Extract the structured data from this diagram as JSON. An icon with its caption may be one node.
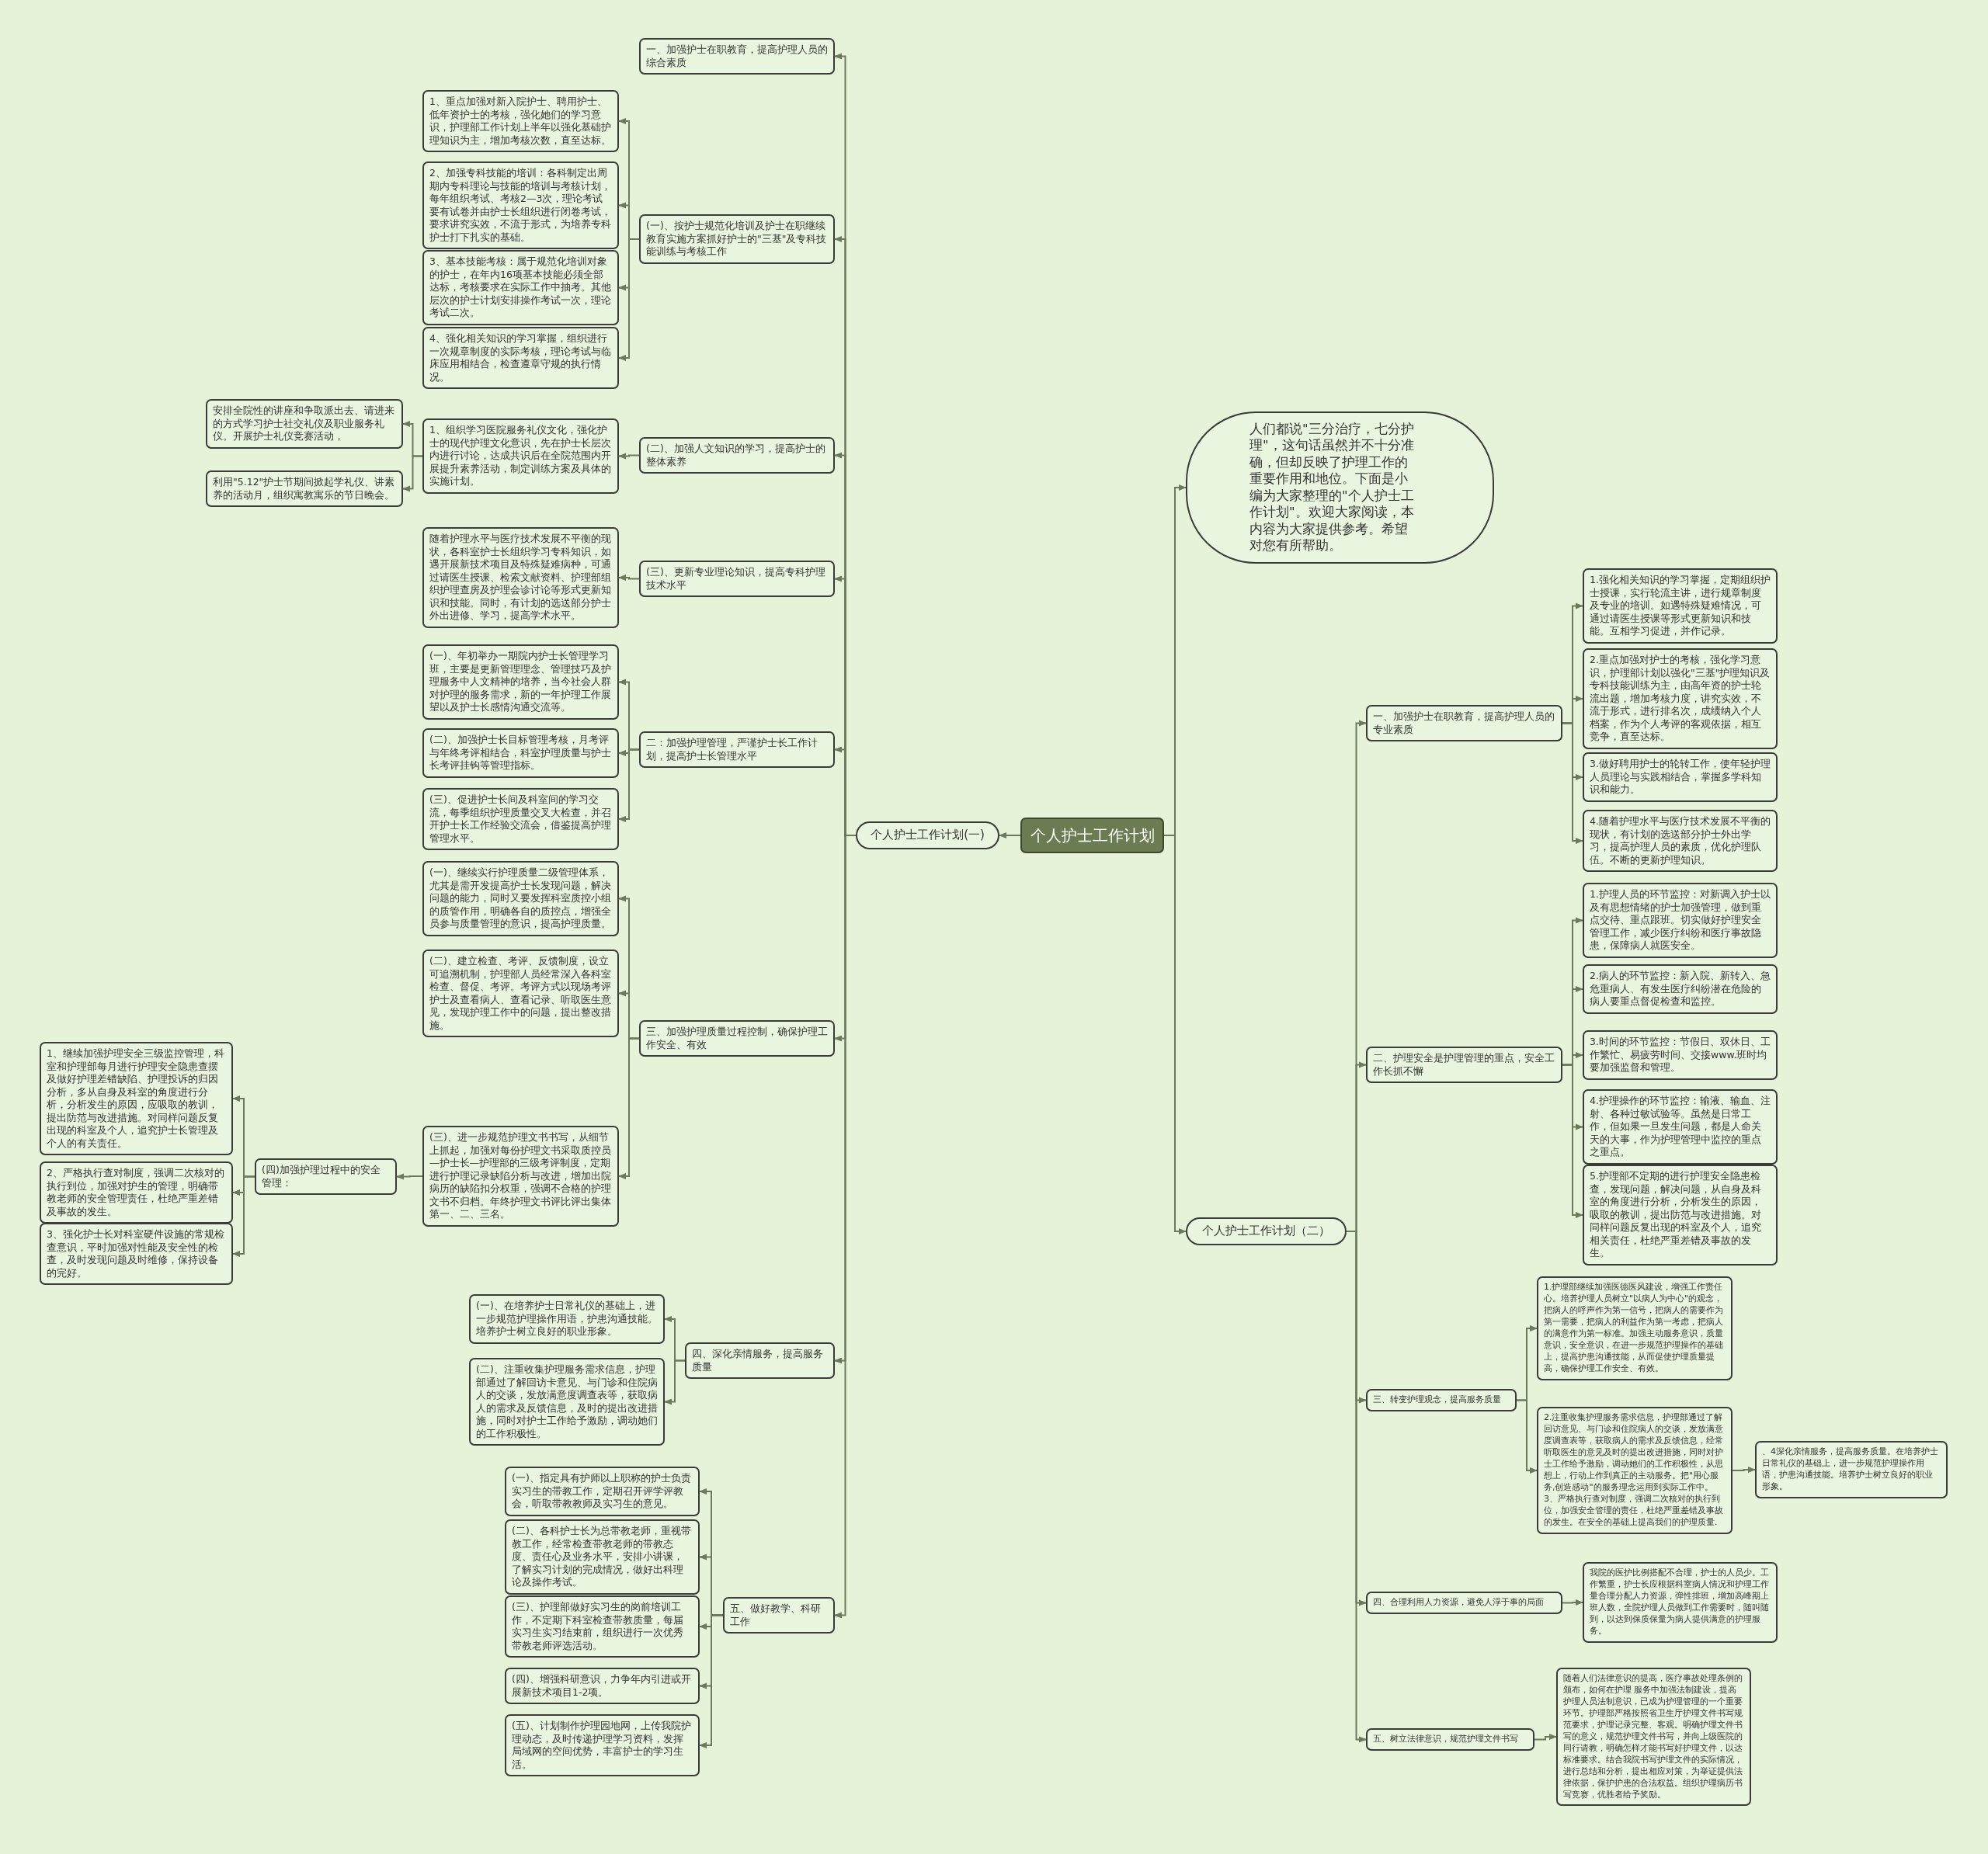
{
  "diagram": {
    "nodes": [
      {
        "text": [
          "个人护士工作计划"
        ]
      },
      {
        "text": [
          "个人护士工作计划(一)"
        ]
      },
      {
        "text": [
          "一、加强护士在职教育，提高护理人员的综合素质"
        ]
      },
      {
        "text": [
          "(一)、按护士规范化培训及护士在职继续教育实施方案抓好护士的\"三基\"及专科技能训练与考核工作"
        ]
      },
      {
        "text": [
          "1、重点加强对新入院护士、聘用护士、低年资护士的考核，强化她们的学习意识，护理部工作计划上半年以强化基础护理知识为主，增加考核次数，直至达标。"
        ]
      },
      {
        "text": [
          "2、加强专科技能的培训：各科制定出周期内专科理论与技能的培训与考核计划，每年组织考试、考核2—3次，理论考试要有试卷并由护士长组织进行闭卷考试，要求讲究实效，不流于形式，为培养专科护士打下扎实的基础。"
        ]
      },
      {
        "text": [
          "3、基本技能考核：属于规范化培训对象的护士，在年内16项基本技能必须全部达标，考核要求在实际工作中抽考。其他层次的护士计划安排操作考试一次，理论考试二次。"
        ]
      },
      {
        "text": [
          "4、强化相关知识的学习掌握，组织进行一次规章制度的实际考核，理论考试与临床应用相结合，检查遵章守规的执行情况。"
        ]
      },
      {
        "text": [
          "(二)、加强人文知识的学习，提高护士的整体素养"
        ]
      },
      {
        "text": [
          "1、组织学习医院服务礼仪文化，强化护士的现代护理文化意识，先在护士长层次内进行讨论，达成共识后在全院范围内开展提升素养活动，制定训练方案及具体的实施计划。"
        ]
      },
      {
        "text": [
          "安排全院性的讲座和争取派出去、请进来的方式学习护士社交礼仪及职业服务礼仪。开展护士礼仪竞赛活动，"
        ]
      },
      {
        "text": [
          "利用\"5.12\"护士节期间掀起学礼仪、讲素养的活动月，组织寓教寓乐的节日晚会。"
        ]
      },
      {
        "text": [
          "(三)、更新专业理论知识，提高专科护理技术水平"
        ]
      },
      {
        "text": [
          "随着护理水平与医疗技术发展不平衡的现状，各科室护士长组织学习专科知识，如遇开展新技术项目及特殊疑难病种，可通过请医生授课、检索文献资料、护理部组织护理查房及护理会诊讨论等形式更新知识和技能。同时，有计划的选送部分护士外出进修、学习，提高学术水平。"
        ]
      },
      {
        "text": [
          "二：加强护理管理，严谨护士长工作计划，提高护士长管理水平"
        ]
      },
      {
        "text": [
          "(一)、年初举办一期院内护士长管理学习班，主要是更新管理理念、管理技巧及护理服务中人文精神的培养，当今社会人群对护理的服务需求，新的一年护理工作展望以及护士长感情沟通交流等。"
        ]
      },
      {
        "text": [
          "(二)、加强护士长目标管理考核，月考评与年终考评相结合，科室护理质量与护士长考评挂钩等管理指标。"
        ]
      },
      {
        "text": [
          "(三)、促进护士长间及科室间的学习交流，每季组织护理质量交叉大检查，并召开护士长工作经验交流会，借鉴提高护理管理水平。"
        ]
      },
      {
        "text": [
          "三、加强护理质量过程控制，确保护理工作安全、有效"
        ]
      },
      {
        "text": [
          "(一)、继续实行护理质量二级管理体系，尤其是需开发提高护士长发现问题，解决问题的能力，同时又要发挥科室质控小组的质管作用，明确各自的质控点，增强全员参与质量管理的意识，提高护理质量。"
        ]
      },
      {
        "text": [
          "(二)、建立检查、考评、反馈制度，设立可追溯机制，护理部人员经常深入各科室检查、督促、考评。考评方式以现场考评护士及查看病人、查看记录、听取医生意见，发现护理工作中的问题，提出整改措施。"
        ]
      },
      {
        "text": [
          "(三)、进一步规范护理文书书写，从细节上抓起，加强对每份护理文书采取质控员—护士长—护理部的三级考评制度，定期进行护理记录缺陷分析与改进，增加出院病历的缺陷扣分权重，强调不合格的护理文书不归档。年终护理文书评比评出集体第一、二、三名。"
        ]
      },
      {
        "text": [
          "(四)加强护理过程中的安全管理："
        ]
      },
      {
        "text": [
          "1、继续加强护理安全三级监控管理，科室和护理部每月进行护理安全隐患查摆及做好护理差错缺陷、护理投诉的归因分析，多从自身及科室的角度进行分析，分析发生的原因，应吸取的教训，提出防范与改进措施。对同样问题反复出现的科室及个人，追究护士长管理及个人的有关责任。"
        ]
      },
      {
        "text": [
          "2、严格执行查对制度，强调二次核对的执行到位，加强对护生的管理，明确带教老师的安全管理责任，杜绝严重差错及事故的发生。"
        ]
      },
      {
        "text": [
          "3、强化护士长对科室硬件设施的常规检查意识，平时加强对性能及安全性的检查，及时发现问题及时维修，保持设备的完好。"
        ]
      },
      {
        "text": [
          "四、深化亲情服务，提高服务质量"
        ]
      },
      {
        "text": [
          "(一)、在培养护士日常礼仪的基础上，进一步规范护理操作用语，护患沟通技能。培养护士树立良好的职业形象。"
        ]
      },
      {
        "text": [
          "(二)、注重收集护理服务需求信息，护理部通过了解回访卡意见、与门诊和住院病人的交谈，发放满意度调查表等，获取病人的需求及反馈信息，及时的提出改进措施，同时对护士工作给予激励，调动她们的工作积极性。"
        ]
      },
      {
        "text": [
          "五、做好教学、科研工作"
        ]
      },
      {
        "text": [
          "(一)、指定具有护师以上职称的护士负责实习生的带教工作，定期召开评学评教会，听取带教教师及实习生的意见。"
        ]
      },
      {
        "text": [
          "(二)、各科护士长为总带教老师，重视带教工作，经常检查带教老师的带教态度、责任心及业务水平，安排小讲课，了解实习计划的完成情况，做好出科理论及操作考试。"
        ]
      },
      {
        "text": [
          "(三)、护理部做好实习生的岗前培训工作，不定期下科室检查带教质量，每届实习生实习结束前，组织进行一次优秀带教老师评选活动。"
        ]
      },
      {
        "text": [
          "(四)、增强科研意识，力争年内引进或开展新技术项目1-2项。"
        ]
      },
      {
        "text": [
          "(五)、计划制作护理园地网，上传我院护理动态，及时传递护理学习资料，发挥局域网的空间优势，丰富护士的学习生活。"
        ]
      },
      {
        "text": [
          "人们都说\"三分治疗，七分护理\"，这句话虽然并不十分准确，但却反映了护理工作的重要作用和地位。下面是小编为大家整理的\"个人护士工作计划\"。欢迎大家阅读，本内容为大家提供参考。希望对您有所帮助。"
        ]
      },
      {
        "text": [
          "个人护士工作计划（二）"
        ]
      },
      {
        "text": [
          "一、加强护士在职教育，提高护理人员的专业素质"
        ]
      },
      {
        "text": [
          "1.强化相关知识的学习掌握，定期组织护士授课，实行轮流主讲，进行规章制度及专业的培训。如遇特殊疑难情况，可通过请医生授课等形式更新知识和技能。互相学习促进，并作记录。"
        ]
      },
      {
        "text": [
          "2.重点加强对护士的考核，强化学习意识，护理部计划以强化\"三基\"护理知识及专科技能训练为主，由高年资的护士轮流出题，增加考核力度，讲究实效，不流于形式，进行排名次，成绩纳入个人档案，作为个人考评的客观依据，相互竞争，直至达标。"
        ]
      },
      {
        "text": [
          "3.做好聘用护士的轮转工作，使年轻护理人员理论与实践相结合，掌握多学科知识和能力。"
        ]
      },
      {
        "text": [
          "4.随着护理水平与医疗技术发展不平衡的现状，有计划的选送部分护士外出学习，提高护理人员的素质，优化护理队伍。不断的更新护理知识。"
        ]
      },
      {
        "text": [
          "二、护理安全是护理管理的重点，安全工作长抓不懈"
        ]
      },
      {
        "text": [
          "1.护理人员的环节监控：对新调入护士以及有思想情绪的护士加强管理，做到重点交待、重点跟班。切实做好护理安全管理工作，减少医疗纠纷和医疗事故隐患，保障病人就医安全。"
        ]
      },
      {
        "text": [
          "2.病人的环节监控：新入院、新转入、急危重病人、有发生医疗纠纷潜在危险的病人要重点督促检查和监控。"
        ]
      },
      {
        "text": [
          "3.时间的环节监控：节假日、双休日、工作繁忙、易疲劳时间、交接www.班时均要加强监督和管理。"
        ]
      },
      {
        "text": [
          "4.护理操作的环节监控：输液、输血、注射、各种过敏试验等。虽然是日常工作，但如果一旦发生问题，都是人命关天的大事，作为护理管理中监控的重点之重点。"
        ]
      },
      {
        "text": [
          "5.护理部不定期的进行护理安全隐患检查，发现问题，解决问题，从自身及科室的角度进行分析，分析发生的原因，吸取的教训，提出防范与改进措施。对同样问题反复出现的科室及个人，追究相关责任，杜绝严重差错及事故的发生。"
        ]
      },
      {
        "text": [
          "三、转变护理观念，提高服务质量"
        ]
      },
      {
        "text": [
          "1.护理部继续加强医德医风建设，增强工作责任心。培养护理人员树立\"以病人为中心\"的观念，把病人的呼声作为第一信号，把病人的需要作为第一需要，把病人的利益作为第一考虑，把病人的满意作为第一标准。加强主动服务意识，质量意识，安全意识，在进一步规范护理操作的基础上，提高护患沟通技能，从而促使护理质量提高，确保护理工作安全、有效。"
        ]
      },
      {
        "text": [
          "2.注重收集护理服务需求信息，护理部通过了解回访意见、与门诊和住院病人的交谈，发放满意度调查表等，获取病人的需求及反馈信息，经常听取医生的意见及时的提出改进措施，同时对护士工作给予激励，调动她们的工作积极性，从思想上，行动上作到真正的主动服务。把\"用心服务,创造感动\"的服务理念运用到实际工作中。3、严格执行查对制度，强调二次核对的执行到位，加强安全管理的责任，杜绝严重差错及事故的发生。在安全的基础上提高我们的护理质量."
        ]
      },
      {
        "text": [
          "、4深化亲情服务，提高服务质量。在培养护士日常礼仪的基础上，进一步规范护理操作用语，护患沟通技能。培养护士树立良好的职业形象。"
        ]
      },
      {
        "text": [
          "四、合理利用人力资源，避免人浮于事的局面"
        ]
      },
      {
        "text": [
          "我院的医护比例搭配不合理，护士的人员少。工作繁重，护士长应根据科室病人情况和护理工作量合理分配人力资源，弹性排班，增加高峰期上班人数，全院护理人员做到工作需要时，随叫随到，以达到保质保量为病人提供满意的护理服务。"
        ]
      },
      {
        "text": [
          "五、树立法律意识，规范护理文件书写"
        ]
      },
      {
        "text": [
          "随着人们法律意识的提高，医疗事故处理条例的颁布，如何在护理 服务中加强法制建设，提高护理人员法制意识，已成为护理管理的一个重要环节。护理部严格按照省卫生厅护理文件书写规范要求，护理记录完整、客观。明确护理文件书写的意义，规范护理文件书写，并向上级医院的同行请教，明确怎样才能书写好护理文件，以达标准要求。结合我院书写护理文件的实际情况，进行总结和分析，提出相应对策，为举证提供法律依据，保护护患的合法权益。组织护理病历书写竞赛，优胜者给予奖励。"
        ]
      }
    ],
    "edges": [
      {
        "from": 0,
        "to": 1,
        "arrow": "to"
      },
      {
        "from": 1,
        "to": 2,
        "arrow": "to"
      },
      {
        "from": 1,
        "to": 3,
        "arrow": "to"
      },
      {
        "from": 3,
        "to": 4,
        "arrow": "to"
      },
      {
        "from": 3,
        "to": 5,
        "arrow": "to"
      },
      {
        "from": 3,
        "to": 6,
        "arrow": "to"
      },
      {
        "from": 3,
        "to": 7,
        "arrow": "to"
      },
      {
        "from": 1,
        "to": 8,
        "arrow": "to"
      },
      {
        "from": 8,
        "to": 9,
        "arrow": "to"
      },
      {
        "from": 9,
        "to": 10,
        "arrow": "to"
      },
      {
        "from": 9,
        "to": 11,
        "arrow": "to"
      },
      {
        "from": 1,
        "to": 12,
        "arrow": "to"
      },
      {
        "from": 12,
        "to": 13,
        "arrow": "to"
      },
      {
        "from": 1,
        "to": 14,
        "arrow": "to"
      },
      {
        "from": 14,
        "to": 15,
        "arrow": "to"
      },
      {
        "from": 14,
        "to": 16,
        "arrow": "to"
      },
      {
        "from": 14,
        "to": 17,
        "arrow": "to"
      },
      {
        "from": 1,
        "to": 18,
        "arrow": "to"
      },
      {
        "from": 18,
        "to": 19,
        "arrow": "to"
      },
      {
        "from": 18,
        "to": 20,
        "arrow": "to"
      },
      {
        "from": 18,
        "to": 21,
        "arrow": "to"
      },
      {
        "from": 21,
        "to": 22,
        "arrow": "to"
      },
      {
        "from": 22,
        "to": 23,
        "arrow": "to"
      },
      {
        "from": 22,
        "to": 24,
        "arrow": "to"
      },
      {
        "from": 22,
        "to": 25,
        "arrow": "to"
      },
      {
        "from": 1,
        "to": 26,
        "arrow": "to"
      },
      {
        "from": 26,
        "to": 27,
        "arrow": "to"
      },
      {
        "from": 26,
        "to": 28,
        "arrow": "to"
      },
      {
        "from": 1,
        "to": 29,
        "arrow": "to"
      },
      {
        "from": 29,
        "to": 30,
        "arrow": "to"
      },
      {
        "from": 29,
        "to": 31,
        "arrow": "to"
      },
      {
        "from": 29,
        "to": 32,
        "arrow": "to"
      },
      {
        "from": 29,
        "to": 33,
        "arrow": "to"
      },
      {
        "from": 29,
        "to": 34,
        "arrow": "to"
      },
      {
        "from": 0,
        "to": 35,
        "arrow": "to"
      },
      {
        "from": 0,
        "to": 36,
        "arrow": "to"
      },
      {
        "from": 36,
        "to": 37,
        "arrow": "to"
      },
      {
        "from": 37,
        "to": 38,
        "arrow": "to"
      },
      {
        "from": 37,
        "to": 39,
        "arrow": "to"
      },
      {
        "from": 37,
        "to": 40,
        "arrow": "to"
      },
      {
        "from": 37,
        "to": 41,
        "arrow": "to"
      },
      {
        "from": 36,
        "to": 42,
        "arrow": "to"
      },
      {
        "from": 42,
        "to": 43,
        "arrow": "to"
      },
      {
        "from": 42,
        "to": 44,
        "arrow": "to"
      },
      {
        "from": 42,
        "to": 45,
        "arrow": "to"
      },
      {
        "from": 42,
        "to": 46,
        "arrow": "to"
      },
      {
        "from": 42,
        "to": 47,
        "arrow": "to"
      },
      {
        "from": 36,
        "to": 48,
        "arrow": "to"
      },
      {
        "from": 48,
        "to": 49,
        "arrow": "to"
      },
      {
        "from": 48,
        "to": 50,
        "arrow": "to"
      },
      {
        "from": 50,
        "to": 51,
        "arrow": "to"
      },
      {
        "from": 36,
        "to": 52,
        "arrow": "to"
      },
      {
        "from": 52,
        "to": 53,
        "arrow": "to"
      },
      {
        "from": 36,
        "to": 54,
        "arrow": "to"
      },
      {
        "from": 54,
        "to": 55,
        "arrow": "to"
      }
    ]
  }
}
